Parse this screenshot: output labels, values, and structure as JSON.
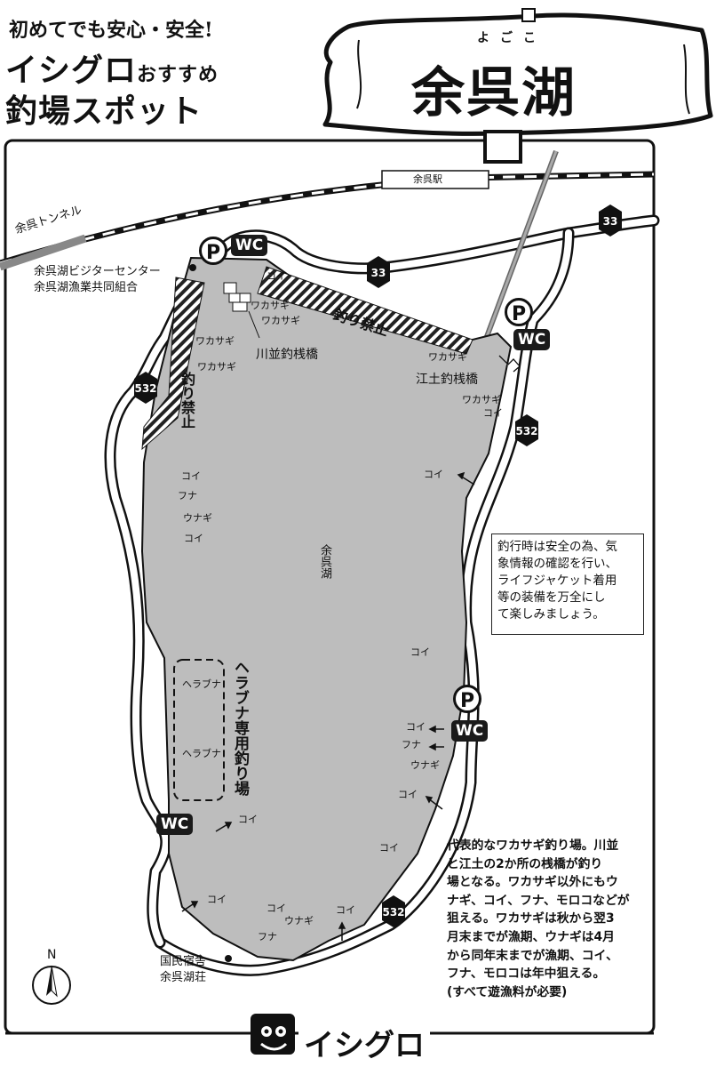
{
  "header": {
    "intro": "初めてでも安心・安全!",
    "brand_line": "イシグロ",
    "brand_small": "おすすめ",
    "subtitle": "釣場スポット"
  },
  "sign": {
    "title": "余呉湖",
    "ruby": "よごこ"
  },
  "map": {
    "lake_name": "余呉湖",
    "station": "余呉駅",
    "tunnel": "余呉トンネル",
    "visitor_center": [
      "余呉湖ビジターセンター",
      "余呉湖漁業共同組合"
    ],
    "lodge": [
      "国民宿舎",
      "余呉湖荘"
    ],
    "bridge_kawanami": "川並釣桟橋",
    "bridge_edo": "江土釣桟橋",
    "no_fishing": "釣り禁止",
    "herabuna_zone": "ヘラブナ専用釣り場",
    "routes": [
      "33",
      "33",
      "532",
      "532",
      "532"
    ],
    "wc": "WC",
    "parking": "P",
    "compass": "N",
    "fish": {
      "wakasagi": "ワカサギ",
      "koi": "コイ",
      "funa": "フナ",
      "unagi": "ウナギ",
      "herabuna": "ヘラブナ"
    }
  },
  "notice": [
    "釣行時は安全の為、気",
    "象情報の確認を行い、",
    "ライフジャケット着用",
    "等の装備を万全にし",
    "て楽しみましょう。"
  ],
  "description": [
    "代表的なワカサギ釣り場。川並",
    "と江土の2か所の桟橋が釣り",
    "場となる。ワカサギ以外にもウ",
    "ナギ、コイ、フナ、モロコなどが",
    "狙える。ワカサギは秋から翌3",
    "月末までが漁期、ウナギは4月",
    "から同年末までが漁期、コイ、",
    "フナ、モロコは年中狙える。",
    "(すべて遊漁料が必要)"
  ],
  "footer": {
    "brand": "イシグロ"
  }
}
